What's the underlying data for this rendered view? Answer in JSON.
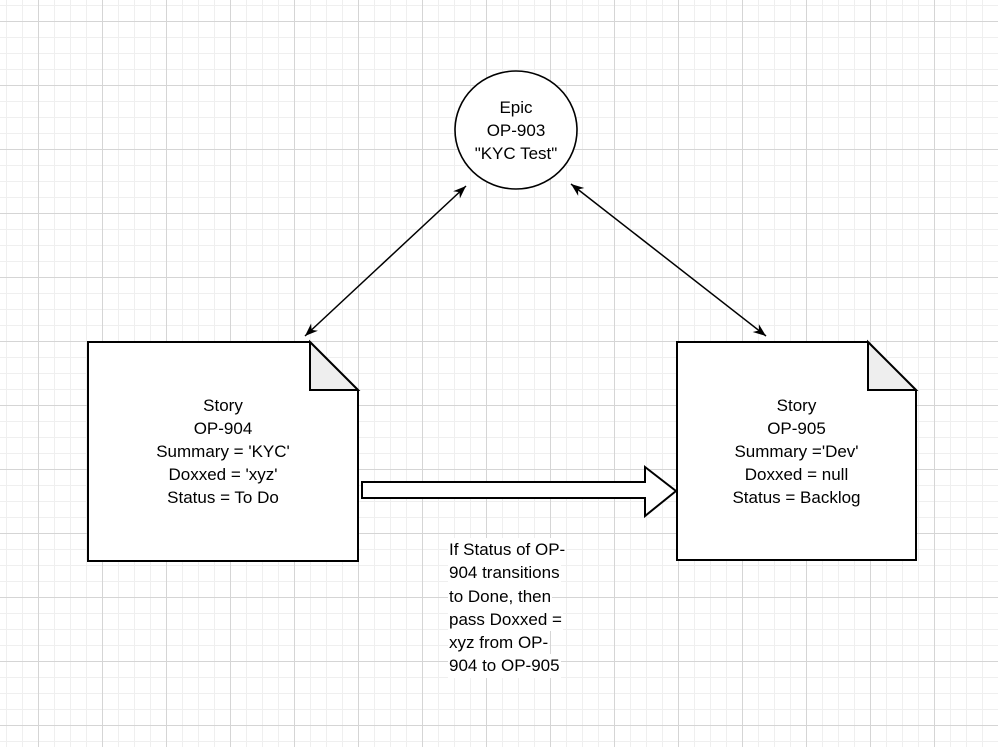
{
  "diagram": {
    "epic": {
      "lines": [
        "Epic",
        "OP-903",
        "\"KYC Test\""
      ]
    },
    "story_left": {
      "lines": [
        "Story",
        "OP-904",
        "Summary = 'KYC'",
        "Doxxed = 'xyz'",
        "Status = To Do"
      ]
    },
    "story_right": {
      "lines": [
        "Story",
        "OP-905",
        "Summary ='Dev'",
        "Doxxed = null",
        "Status = Backlog"
      ]
    },
    "annotation": {
      "lines": [
        "If Status of OP-",
        "904 transitions",
        "to Done, then",
        "pass Doxxed =",
        "xyz from OP-",
        "904 to OP-905"
      ]
    },
    "colors": {
      "stroke": "#000000",
      "shape_fill": "#ffffff",
      "fold_fill": "#eeeeee",
      "grid_minor": "#efefef",
      "grid_major": "#d5d5d5",
      "text": "#000000"
    }
  }
}
